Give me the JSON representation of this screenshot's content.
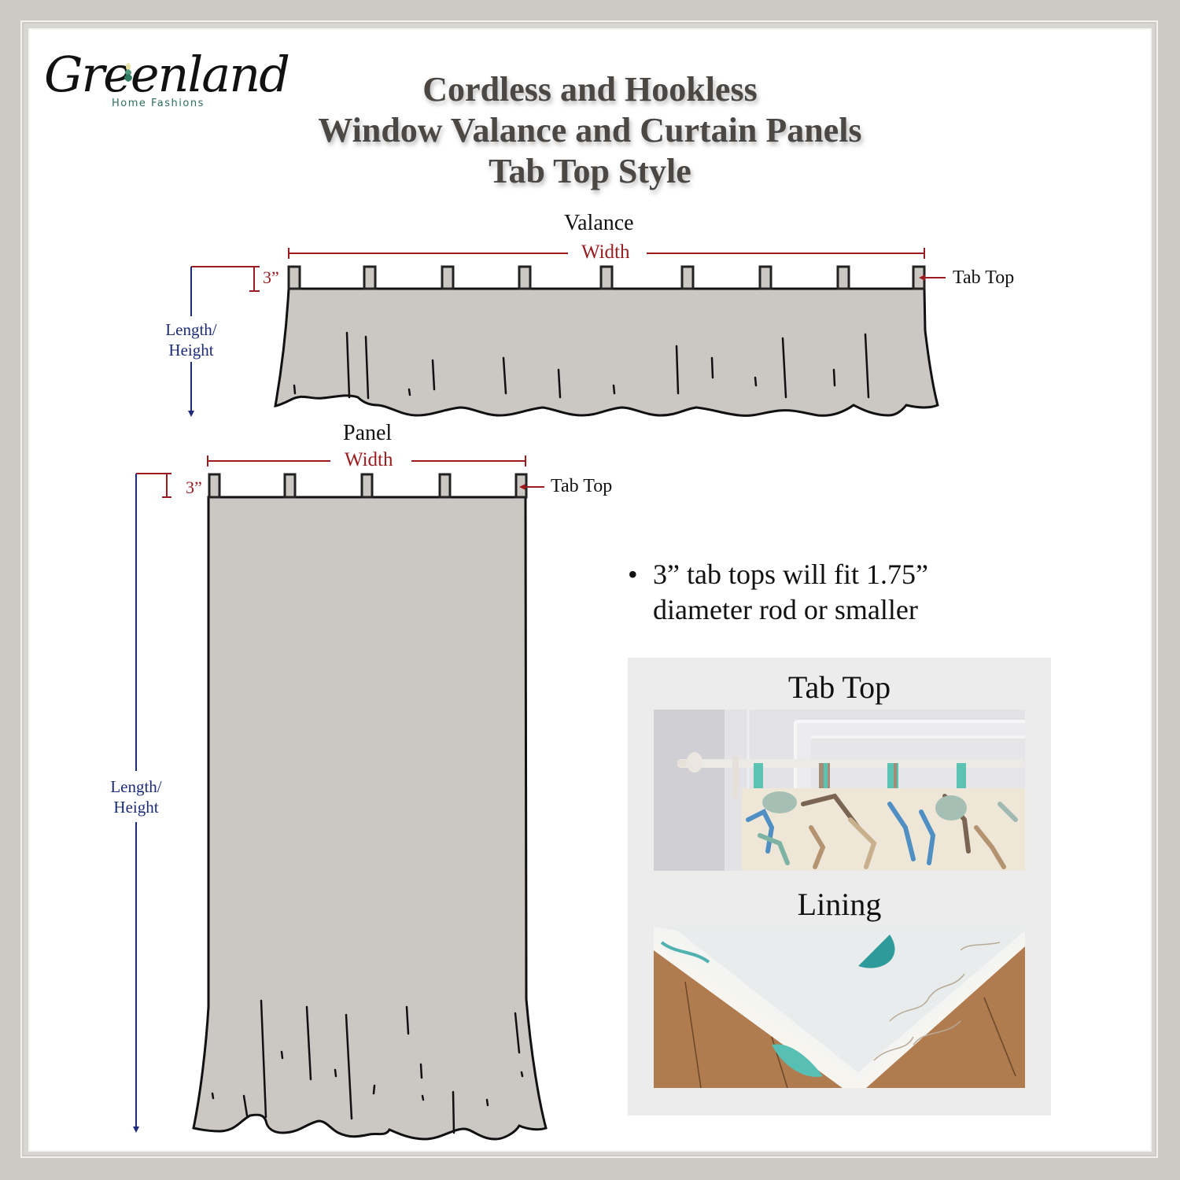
{
  "brand": {
    "logo_script": "Greenland",
    "logo_subtitle": "Home Fashions",
    "logo_color": "#2c6e5a"
  },
  "title": {
    "line1": "Cordless and Hookless",
    "line2": "Window Valance and Curtain Panels",
    "line3": "Tab Top Style",
    "color": "#4a4744"
  },
  "valance": {
    "label": "Valance",
    "width_label": "Width",
    "tab_height_label": "3”",
    "tab_top_label": "Tab Top",
    "length_label_line1": "Length/",
    "length_label_line2": "Height",
    "tab_count": 9
  },
  "panel": {
    "label": "Panel",
    "width_label": "Width",
    "tab_height_label": "3”",
    "tab_top_label": "Tab Top",
    "length_label_line1": "Length/",
    "length_label_line2": "Height",
    "tab_count": 5
  },
  "info": {
    "bullet_glyph": "•",
    "bullet_line1": "3” tab tops will fit 1.75”",
    "bullet_line2": "diameter rod or smaller"
  },
  "photos": {
    "tab_top_title": "Tab Top",
    "lining_title": "Lining"
  },
  "colors": {
    "dimension_red": "#9b1c20",
    "dimension_blue": "#1d2b7a",
    "fabric_gray": "#cbc8c4",
    "outline": "#111111"
  }
}
